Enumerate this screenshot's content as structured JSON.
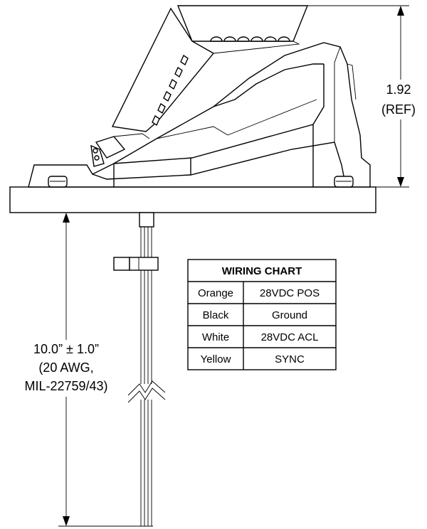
{
  "dimensions": {
    "height_value": "1.92",
    "height_note": "(REF)",
    "length_line1": "10.0” ± 1.0”",
    "length_line2": "(20 AWG,",
    "length_line3": "MIL-22759/43)"
  },
  "wiring_chart": {
    "title": "WIRING CHART",
    "rows": [
      {
        "color": "Orange",
        "signal": "28VDC POS"
      },
      {
        "color": "Black",
        "signal": "Ground"
      },
      {
        "color": "White",
        "signal": "28VDC ACL"
      },
      {
        "color": "Yellow",
        "signal": "SYNC"
      }
    ]
  }
}
